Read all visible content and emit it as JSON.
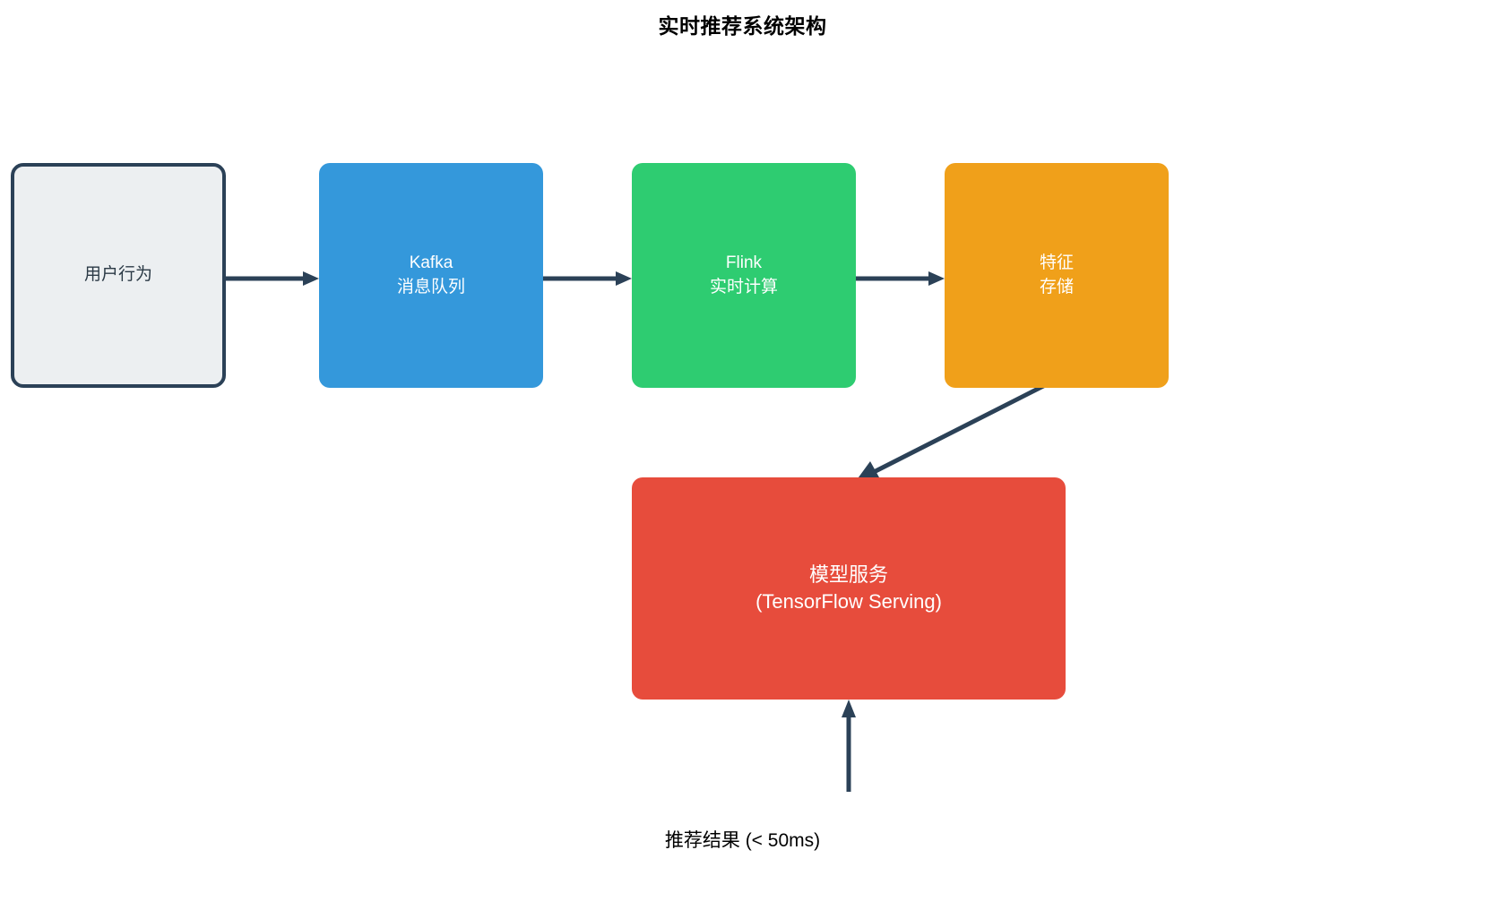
{
  "diagram": {
    "title": "实时推荐系统架构",
    "background_color": "#ffffff",
    "edge_color": "#2b4157",
    "nodes": [
      {
        "id": "user-behavior",
        "label": "用户行为",
        "fill": "#eceff1",
        "border": "#2b4157",
        "text_color": "#2b3a46",
        "shape": "rounded-rectangle"
      },
      {
        "id": "kafka",
        "label": "Kafka\n消息队列",
        "fill": "#3498db",
        "text_color": "#ffffff",
        "shape": "rounded-rectangle"
      },
      {
        "id": "flink",
        "label": "Flink\n实时计算",
        "fill": "#2ecc71",
        "text_color": "#ffffff",
        "shape": "rounded-rectangle"
      },
      {
        "id": "feature-store",
        "label": "特征\n存储",
        "fill": "#f0a01a",
        "text_color": "#ffffff",
        "shape": "rounded-rectangle"
      },
      {
        "id": "model-serving",
        "label": "模型服务\n(TensorFlow Serving)",
        "fill": "#e74c3c",
        "text_color": "#ffffff",
        "shape": "rounded-rectangle"
      }
    ],
    "edges": [
      {
        "id": "user-behavior-to-kafka",
        "from": "user-behavior",
        "to": "kafka",
        "label": ""
      },
      {
        "id": "kafka-to-flink",
        "from": "kafka",
        "to": "flink",
        "label": ""
      },
      {
        "id": "flink-to-feature-store",
        "from": "flink",
        "to": "feature-store",
        "label": ""
      },
      {
        "id": "feature-store-to-model-serving",
        "from": "feature-store",
        "to": "model-serving",
        "label": ""
      },
      {
        "id": "output-to-model-serving",
        "from": "",
        "to": "model-serving",
        "label": "推荐结果 (< 50ms)"
      }
    ],
    "output_caption": "推荐结果 (< 50ms)"
  }
}
